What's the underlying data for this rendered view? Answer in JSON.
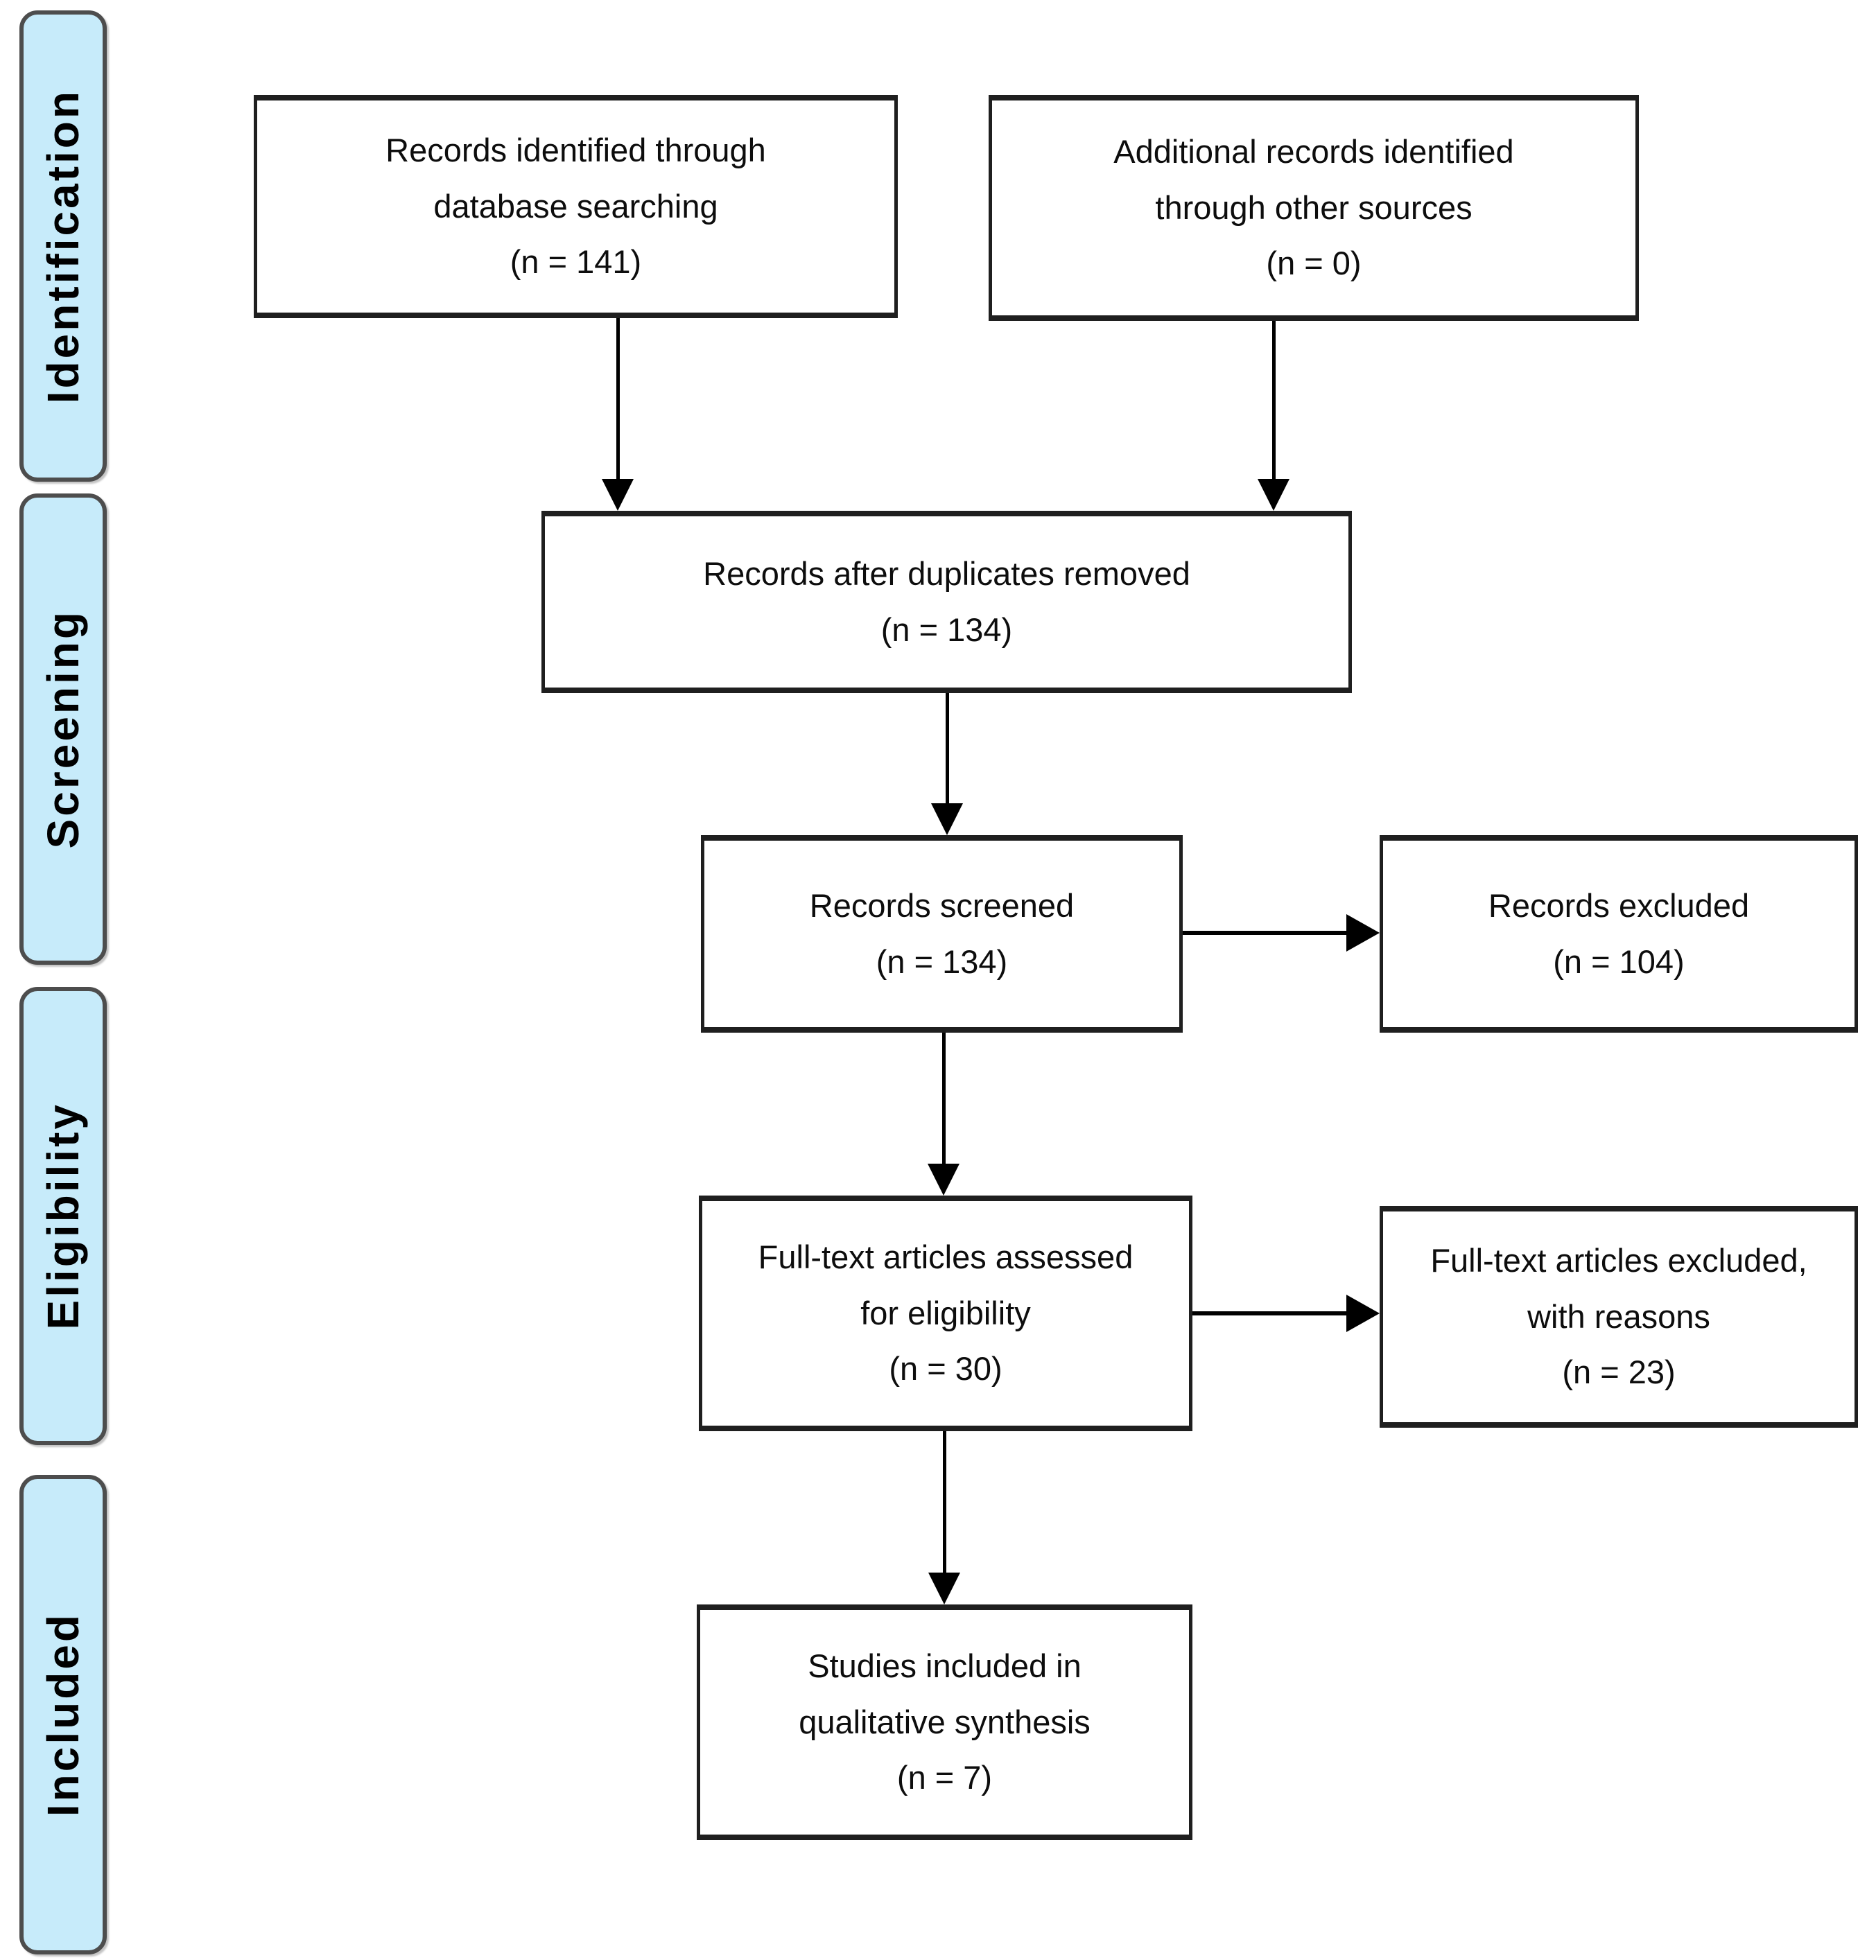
{
  "diagram": {
    "kind": "prisma-flow-diagram",
    "background": "#ffffff"
  },
  "stages": [
    {
      "id": "identification",
      "label": "Identification"
    },
    {
      "id": "screening",
      "label": "Screening"
    },
    {
      "id": "eligibility",
      "label": "Eligibility"
    },
    {
      "id": "included",
      "label": "Included"
    }
  ],
  "boxes": {
    "records_identified": {
      "n": 141,
      "lines": [
        "Records identified through",
        "database searching",
        "(n = 141)"
      ]
    },
    "additional_records": {
      "n": 0,
      "lines": [
        "Additional records identified",
        "through other sources",
        "(n = 0)"
      ]
    },
    "duplicates_removed": {
      "n": 134,
      "lines": [
        "Records after duplicates removed",
        "(n = 134)"
      ]
    },
    "records_screened": {
      "n": 134,
      "lines": [
        "Records screened",
        "(n = 134)"
      ]
    },
    "records_excluded": {
      "n": 104,
      "lines": [
        "Records excluded",
        "(n = 104)"
      ]
    },
    "fulltext_assessed": {
      "n": 30,
      "lines": [
        "Full-text articles assessed",
        "for eligibility",
        "(n = 30)"
      ]
    },
    "fulltext_excluded": {
      "n": 23,
      "lines": [
        "Full-text articles excluded,",
        "with reasons",
        "(n = 23)"
      ]
    },
    "studies_included": {
      "n": 7,
      "lines": [
        "Studies included in",
        "qualitative synthesis",
        "(n = 7)"
      ]
    }
  },
  "colors": {
    "stage_fill": "#c7ebfa",
    "stage_border": "#4d4d4d",
    "box_border": "#1f1f1f",
    "arrow": "#000000",
    "text": "#0d0d0d",
    "background": "#ffffff"
  }
}
